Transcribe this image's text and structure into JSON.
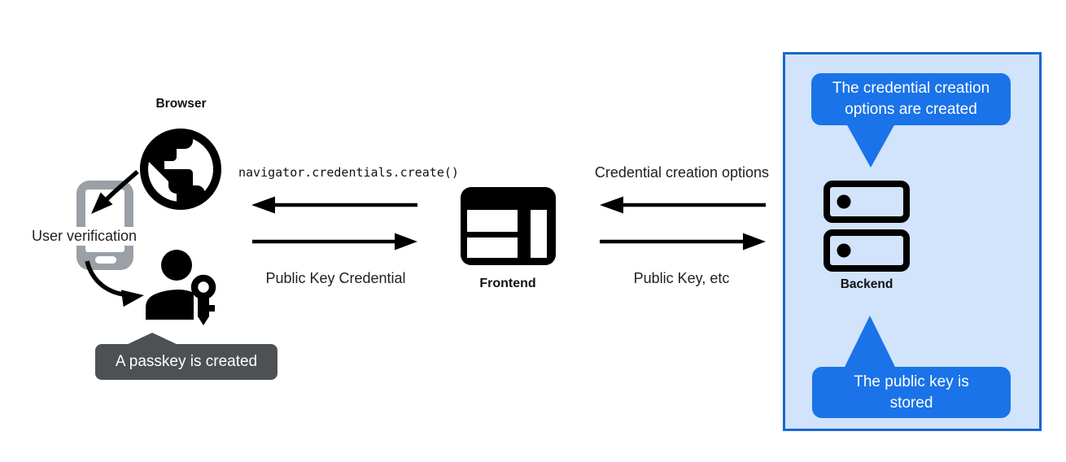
{
  "colors": {
    "bubble_blue": "#1a73e8",
    "panel_bg": "#d2e3fc",
    "panel_border": "#1967d2",
    "tooltip_gray": "#4d5154",
    "phone_gray": "#9aa0a6",
    "ink": "#000000"
  },
  "browser": {
    "label": "Browser",
    "user_verification": "User verification",
    "passkey_tooltip": "A passkey is created"
  },
  "frontend": {
    "label": "Frontend"
  },
  "backend": {
    "label": "Backend",
    "top_bubble": "The credential creation options are created",
    "bottom_bubble": "The public key is stored"
  },
  "messages": {
    "create_call": "navigator.credentials.create()",
    "public_key_credential": "Public Key Credential",
    "credential_creation_options": "Credential creation options",
    "public_key_etc": "Public Key, etc"
  },
  "icons": {
    "browser": "globe-icon",
    "device": "phone-icon",
    "user": "person-key-icon",
    "frontend": "browser-window-icon",
    "backend": "server-stack-icon"
  }
}
